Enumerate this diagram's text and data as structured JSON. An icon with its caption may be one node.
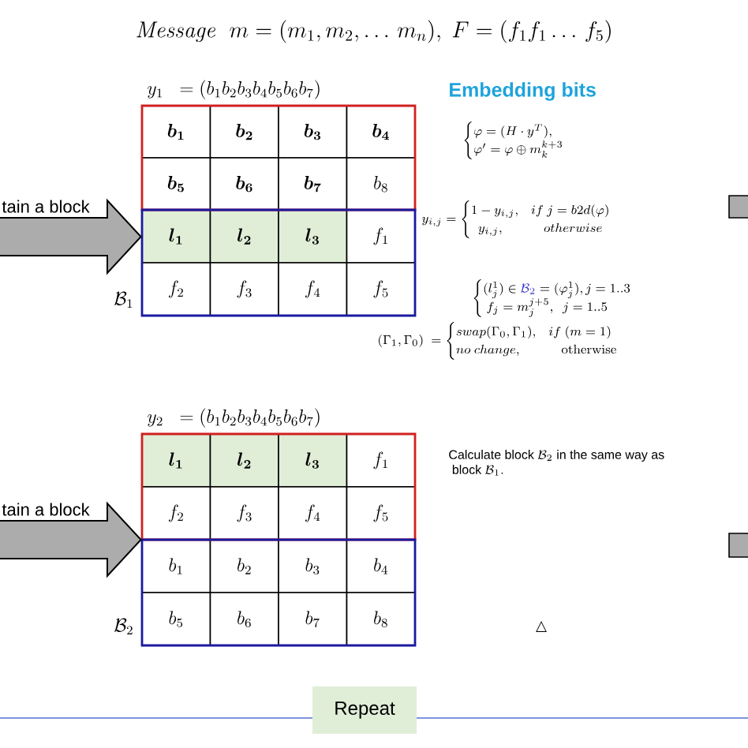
{
  "diagram": {
    "title": "\\mathit{Message}\\ \\ m = (m_1, m_2,\\ldots\\, m_n),\\ F = (f_1 f_1 \\ldots\\, f_5)",
    "nodes": [
      {
        "text": [],
        "shape": "box",
        "beside": [
          "y_1\\ \\ = (b_1b_2b_3b_4b_5b_6b_7)"
        ]
      },
      {
        "text": [
          "\\boldsymbol{b_1}"
        ],
        "in": 0
      },
      {
        "text": [
          "\\boldsymbol{b_2}"
        ],
        "in": 0
      },
      {
        "text": [
          "\\boldsymbol{b_3}"
        ],
        "in": 0
      },
      {
        "text": [
          "\\boldsymbol{b_4}"
        ],
        "in": 0
      },
      {
        "text": [
          "\\boldsymbol{b_5}"
        ],
        "in": 0
      },
      {
        "text": [
          "\\boldsymbol{b_6}"
        ],
        "in": 0
      },
      {
        "text": [
          "\\boldsymbol{b_7}"
        ],
        "in": 0
      },
      {
        "text": [
          "b_8"
        ],
        "in": 0
      },
      {
        "text": [],
        "shape": "box",
        "beside": [
          "\\mathcal{B}_1"
        ]
      },
      {
        "text": [
          "\\boldsymbol{l_1}"
        ],
        "in": 9
      },
      {
        "text": [
          "\\boldsymbol{l_2}"
        ],
        "in": 9
      },
      {
        "text": [
          "\\boldsymbol{l_3}"
        ],
        "in": 9
      },
      {
        "text": [
          "f_1"
        ],
        "in": 9
      },
      {
        "text": [
          "f_2"
        ],
        "in": 9
      },
      {
        "text": [
          "f_3"
        ],
        "in": 9
      },
      {
        "text": [
          "f_4"
        ],
        "in": 9
      },
      {
        "text": [
          "f_5"
        ],
        "in": 9
      },
      {
        "text": [],
        "shape": "box",
        "beside": [
          "y_2\\ \\ = (b_1b_2b_3b_4b_5b_6b_7)"
        ]
      },
      {
        "text": [
          "\\boldsymbol{l_1}"
        ],
        "in": 18
      },
      {
        "text": [
          "\\boldsymbol{l_2}"
        ],
        "in": 18
      },
      {
        "text": [
          "\\boldsymbol{l_3}"
        ],
        "in": 18
      },
      {
        "text": [
          "f_1"
        ],
        "in": 18
      },
      {
        "text": [
          "f_2"
        ],
        "in": 18
      },
      {
        "text": [
          "f_3"
        ],
        "in": 18
      },
      {
        "text": [
          "f_4"
        ],
        "in": 18
      },
      {
        "text": [
          "f_5"
        ],
        "in": 18
      },
      {
        "text": [],
        "shape": "box",
        "beside": [
          "\\mathcal{B}_2"
        ]
      },
      {
        "text": [
          "b_1"
        ],
        "in": 27
      },
      {
        "text": [
          "b_2"
        ],
        "in": 27
      },
      {
        "text": [
          "b_3"
        ],
        "in": 27
      },
      {
        "text": [
          "b_4"
        ],
        "in": 27
      },
      {
        "text": [
          "b_5"
        ],
        "in": 27
      },
      {
        "text": [
          "b_6"
        ],
        "in": 27
      },
      {
        "text": [
          "b_7"
        ],
        "in": 27
      },
      {
        "text": [
          "b_8"
        ],
        "in": 27
      },
      {
        "text": [
          "Repeat"
        ]
      }
    ],
    "edges": [
      {
        "from": null,
        "to": 9,
        "arrow": "to",
        "label": "tain a block"
      },
      {
        "from": null,
        "to": 27,
        "arrow": "to",
        "label": "tain a block"
      }
    ],
    "labels": [
      "Embedding bits",
      "\\begin{cases}\\varphi = (H\\cdot y^T),\\\\ \\varphi' = \\varphi \\oplus m_k^{k+3}\\end{cases}",
      "y_{i,j} = \\begin{cases}1-y_{i,j}, & if\\ j = b2d(\\varphi)\\\\ \\ \\ y_{i,j}, & \\quad otherwise\\end{cases}",
      "\\begin{cases}(l_j^1)\\in {\\color[HTML]{3333CC}\\mathcal{B}_2} = (\\varphi_j^1), j = 1..3\\\\ \\ f_j = m_j^{j+5},\\ \\ j = 1..5\\end{cases}",
      "(\\Gamma_1,\\Gamma_0)\\ = \\begin{cases}swap(\\Gamma_0,\\Gamma_1), & if\\ (m=1)\\\\ no\\ change, & \\quad\\mathrm{otherwise}\\end{cases}",
      "\\begin{array}{l}\\text{Calculate block }\\mathcal{B}_2\\text{ in the same way as}\\\\ \\ \\text{block }\\mathcal{B}_1.\\end{array}",
      "△"
    ]
  }
}
